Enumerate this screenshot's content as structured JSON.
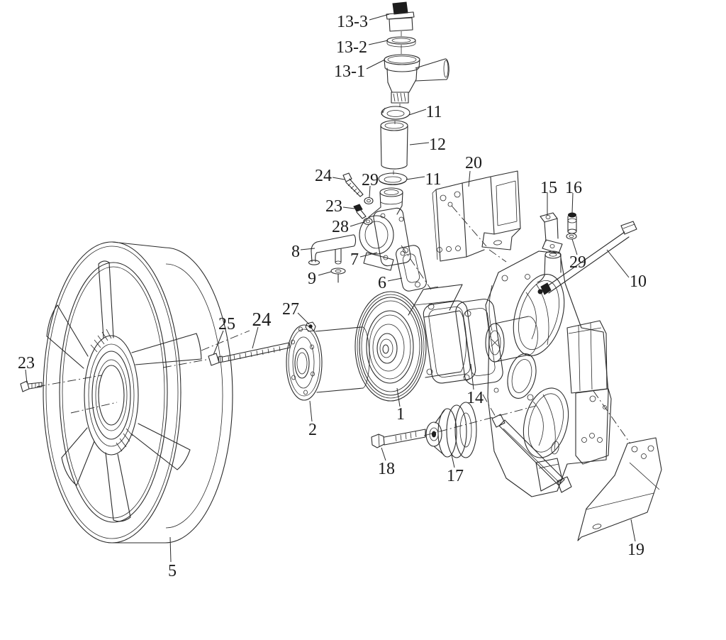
{
  "diagram": {
    "type": "exploded-parts-view",
    "subject": "engine cooling system water pump and fan assembly line drawing",
    "background_color": "#ffffff",
    "line_color": "#2a2a2a",
    "label_color": "#1a1a1a",
    "callouts": {
      "c13_3": "13-3",
      "c13_2": "13-2",
      "c13_1": "13-1",
      "c11a": "11",
      "c12": "12",
      "c11b": "11",
      "c20": "20",
      "c24a": "24",
      "c29a": "29",
      "c23a": "23",
      "c28": "28",
      "c8": "8",
      "c7": "7",
      "c9": "9",
      "c6": "6",
      "c15": "15",
      "c16": "16",
      "c29b": "29",
      "c10": "10",
      "c27": "27",
      "c25": "25",
      "c24b": "24",
      "c23b": "23",
      "c2": "2",
      "c1": "1",
      "c14": "14",
      "c5": "5",
      "c18": "18",
      "c17": "17",
      "c19": "19"
    }
  }
}
